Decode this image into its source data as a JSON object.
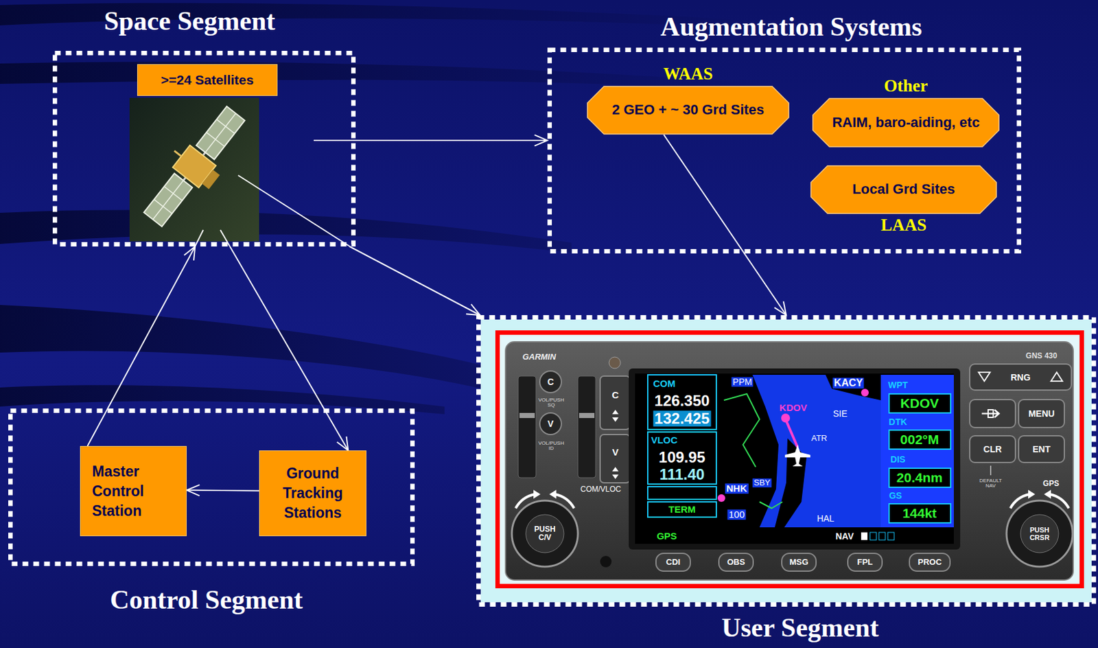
{
  "diagram": {
    "nodes": [
      {
        "text": [
          "Space Segment"
        ]
      },
      {
        "text": [
          ">=24 Satellites"
        ],
        "in": 0
      },
      {
        "text": [
          "Augmentation Systems"
        ]
      },
      {
        "text": [
          "WAAS",
          "2 GEO + ~ 30 Grd Sites"
        ],
        "in": 2
      },
      {
        "text": [
          "Other",
          "RAIM, baro-aiding, etc"
        ],
        "in": 2
      },
      {
        "text": [
          "Local Grd Sites",
          "LAAS"
        ],
        "in": 2
      },
      {
        "text": [
          "Control Segment"
        ]
      },
      {
        "text": [
          "Master Control Station"
        ],
        "in": 6
      },
      {
        "text": [
          "Ground Tracking Stations"
        ],
        "in": 6
      },
      {
        "text": [
          "User Segment"
        ]
      }
    ],
    "edges": [
      {
        "from": 0,
        "to": 2,
        "arrow": "to"
      },
      {
        "from": 0,
        "to": 9,
        "arrow": "to"
      },
      {
        "from": 3,
        "to": 9,
        "arrow": "to"
      },
      {
        "from": 7,
        "to": 0,
        "arrow": "to"
      },
      {
        "from": 0,
        "to": 8,
        "arrow": "to"
      },
      {
        "from": 8,
        "to": 7,
        "arrow": "to"
      }
    ],
    "labels": [
      "GARMIN",
      "GNS 430",
      "C",
      "VOL/PUSH SQ",
      "V",
      "VOL/PUSH ID",
      "C",
      "V",
      "COM/VLOC",
      "PUSH C/V",
      "COM",
      "126.350",
      "132.425",
      "VLOC",
      "109.95",
      "111.40",
      "TERM",
      "GPS",
      "PPM",
      "KACY",
      "KDOV",
      "SIE",
      "ATR",
      "NHK",
      "SBY",
      "100",
      "HAL",
      "NAV",
      "WPT",
      "KDOV",
      "DTK",
      "002°M",
      "DIS",
      "20.4nm",
      "GS",
      "144kt",
      "RNG",
      "MENU",
      "CLR",
      "ENT",
      "DEFAULT NAV",
      "GPS",
      "PUSH CRSR",
      "CDI",
      "OBS",
      "MSG",
      "FPL",
      "PROC"
    ]
  }
}
